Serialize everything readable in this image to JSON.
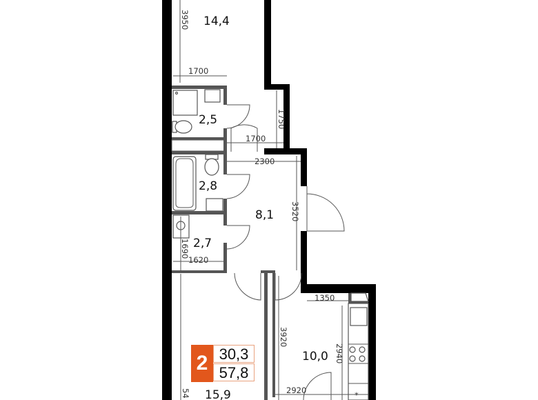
{
  "plan": {
    "rooms": [
      {
        "id": "living-top",
        "area": "14,4"
      },
      {
        "id": "bathroom-1",
        "area": "2,5"
      },
      {
        "id": "bathroom-2",
        "area": "2,8"
      },
      {
        "id": "hall",
        "area": "8,1"
      },
      {
        "id": "storage",
        "area": "2,7"
      },
      {
        "id": "kitchen",
        "area": "10,0"
      },
      {
        "id": "bedroom",
        "area": "15,9"
      }
    ],
    "dimensions": {
      "d3950": "3950",
      "d1700a": "1700",
      "d1750": "1750",
      "d1700b": "1700",
      "d2300": "2300",
      "d3520": "3520",
      "d1690": "1690",
      "d1620": "1620",
      "d1350": "1350",
      "d3920": "3920",
      "d2940": "2940",
      "d2920": "2920",
      "d54": "54"
    }
  },
  "badge": {
    "rooms_count": "2",
    "living_area": "30,3",
    "total_area": "57,8",
    "accent_color": "#e2571c"
  },
  "icons": {
    "stove_marker": "*"
  }
}
